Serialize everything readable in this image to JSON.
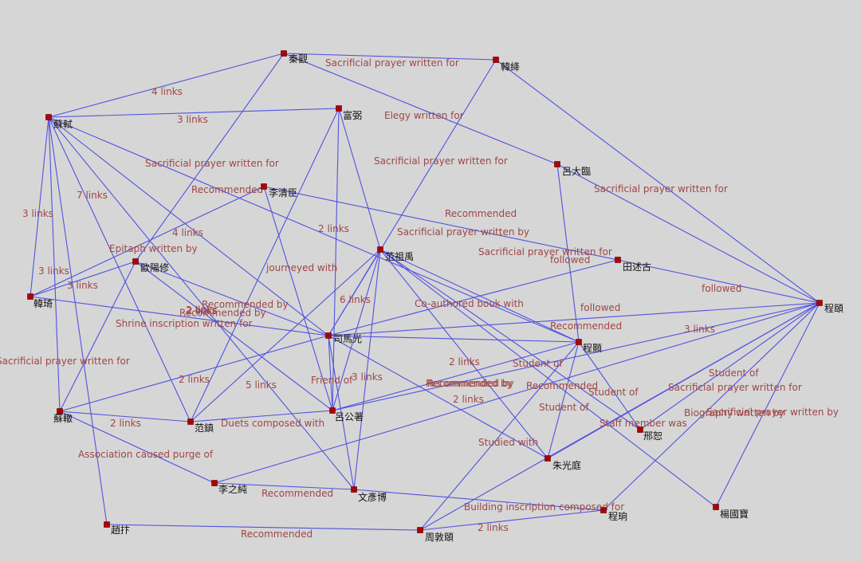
{
  "colors": {
    "background": "#d6d6d6",
    "edge": "#5252e0",
    "node": "#b00000",
    "edge_label": "#a04646",
    "node_label": "#111111"
  },
  "nodes": [
    {
      "id": "qinguan",
      "label": "秦觀"
    },
    {
      "id": "hanjiang",
      "label": "韓絳"
    },
    {
      "id": "sushi",
      "label": "蘇軾"
    },
    {
      "id": "fubi",
      "label": "富弼"
    },
    {
      "id": "lvdafang",
      "label": "呂大臨"
    },
    {
      "id": "liqingchen",
      "label": "李清臣"
    },
    {
      "id": "tianshugu",
      "label": "田述古"
    },
    {
      "id": "fanzuyu",
      "label": "范祖禹"
    },
    {
      "id": "ouyangxiu",
      "label": "歐陽修"
    },
    {
      "id": "hanqi",
      "label": "韓琦"
    },
    {
      "id": "chengyi",
      "label": "程頤"
    },
    {
      "id": "simaguang",
      "label": "司馬光"
    },
    {
      "id": "chenghao",
      "label": "程顥"
    },
    {
      "id": "suche",
      "label": "蘇轍"
    },
    {
      "id": "fanzhen",
      "label": "范鎮"
    },
    {
      "id": "lvgongzhu",
      "label": "呂公著"
    },
    {
      "id": "xingshu",
      "label": "邢恕"
    },
    {
      "id": "zhuguangting",
      "label": "朱光庭"
    },
    {
      "id": "lizhichun",
      "label": "李之純"
    },
    {
      "id": "wenyanbo",
      "label": "文彥博"
    },
    {
      "id": "chengxun",
      "label": "程珦"
    },
    {
      "id": "yangguobao",
      "label": "楊國寶"
    },
    {
      "id": "zhaopu",
      "label": "趙抃"
    },
    {
      "id": "zhoudunyi",
      "label": "周敦頤"
    }
  ],
  "edges": [
    {
      "from": "sushi",
      "to": "qinguan",
      "label": "4 links"
    },
    {
      "from": "qinguan",
      "to": "hanjiang",
      "label": "Sacrificial prayer written for"
    },
    {
      "from": "sushi",
      "to": "fubi",
      "label": "3 links"
    },
    {
      "from": "qinguan",
      "to": "lvdafang",
      "label": ""
    },
    {
      "from": "qinguan",
      "to": "ouyangxiu",
      "label": ""
    },
    {
      "from": "hanjiang",
      "to": "simaguang",
      "label": "Elegy written for"
    },
    {
      "from": "fubi",
      "to": "lvgongzhu",
      "label": ""
    },
    {
      "from": "fubi",
      "to": "fanzuyu",
      "label": "Sacrificial prayer written for"
    },
    {
      "from": "sushi",
      "to": "hanqi",
      "label": "3 links"
    },
    {
      "from": "sushi",
      "to": "suche",
      "label": "3 links"
    },
    {
      "from": "sushi",
      "to": "zhaopu",
      "label": ""
    },
    {
      "from": "sushi",
      "to": "fanzhen",
      "label": "7 links"
    },
    {
      "from": "sushi",
      "to": "simaguang",
      "label": "4 links"
    },
    {
      "from": "sushi",
      "to": "chenghao",
      "label": "Sacrificial prayer written for"
    },
    {
      "from": "sushi",
      "to": "wenyanbo",
      "label": ""
    },
    {
      "from": "hanjiang",
      "to": "chengyi",
      "label": ""
    },
    {
      "from": "lvdafang",
      "to": "chengyi",
      "label": "Sacrificial prayer written for"
    },
    {
      "from": "lvdafang",
      "to": "chenghao",
      "label": ""
    },
    {
      "from": "liqingchen",
      "to": "tianshugu",
      "label": "Recommended"
    },
    {
      "from": "liqingchen",
      "to": "hanqi",
      "label": "Recommended"
    },
    {
      "from": "liqingchen",
      "to": "lvgongzhu",
      "label": "2 links"
    },
    {
      "from": "fanzuyu",
      "to": "simaguang",
      "label": "6 links"
    },
    {
      "from": "fanzuyu",
      "to": "fanzhen",
      "label": "Recommended by"
    },
    {
      "from": "fanzuyu",
      "to": "lvgongzhu",
      "label": "Friend of"
    },
    {
      "from": "fanzuyu",
      "to": "chenghao",
      "label": "Co-authored book with"
    },
    {
      "from": "fanzuyu",
      "to": "xingshu",
      "label": ""
    },
    {
      "from": "fanzuyu",
      "to": "zhuguangting",
      "label": "Recommended by"
    },
    {
      "from": "fanzuyu",
      "to": "wenyanbo",
      "label": ""
    },
    {
      "from": "fanzuyu",
      "to": "yangguobao",
      "label": "Sacrificial prayer written by"
    },
    {
      "from": "fubi",
      "to": "fanzhen",
      "label": ""
    },
    {
      "from": "tianshugu",
      "to": "chengyi",
      "label": "followed"
    },
    {
      "from": "tianshugu",
      "to": "simaguang",
      "label": "followed"
    },
    {
      "from": "ouyangxiu",
      "to": "simaguang",
      "label": "2 links"
    },
    {
      "from": "ouyangxiu",
      "to": "suche",
      "label": "3 links"
    },
    {
      "from": "ouyangxiu",
      "to": "lvgongzhu",
      "label": "Shrine inscription written for"
    },
    {
      "from": "ouyangxiu",
      "to": "hanqi",
      "label": "Epitaph written by"
    },
    {
      "from": "hanqi",
      "to": "simaguang",
      "label": "Recommended by"
    },
    {
      "from": "suche",
      "to": "fanzhen",
      "label": "2 links"
    },
    {
      "from": "suche",
      "to": "lizhichun",
      "label": "Association caused purge of"
    },
    {
      "from": "zhaopu",
      "to": "zhoudunyi",
      "label": "Recommended"
    },
    {
      "from": "lizhichun",
      "to": "wenyanbo",
      "label": "Recommended"
    },
    {
      "from": "simaguang",
      "to": "lvgongzhu",
      "label": "3 links"
    },
    {
      "from": "simaguang",
      "to": "chengyi",
      "label": "3 links"
    },
    {
      "from": "simaguang",
      "to": "wenyanbo",
      "label": "5 links"
    },
    {
      "from": "simaguang",
      "to": "zhuguangting",
      "label": "2 links"
    },
    {
      "from": "simaguang",
      "to": "suche",
      "label": "2 links"
    },
    {
      "from": "simaguang",
      "to": "chenghao",
      "label": "Recommended"
    },
    {
      "from": "lvgongzhu",
      "to": "chenghao",
      "label": "Recommended"
    },
    {
      "from": "fanzhen",
      "to": "lvgongzhu",
      "label": "Duets composed with"
    },
    {
      "from": "chengyi",
      "to": "zhuguangting",
      "label": "Student of"
    },
    {
      "from": "chengyi",
      "to": "xingshu",
      "label": "Student of"
    },
    {
      "from": "chengyi",
      "to": "yangguobao",
      "label": "Biography written by"
    },
    {
      "from": "chengyi",
      "to": "chengxun",
      "label": "Sacrificial prayer written by"
    },
    {
      "from": "chengyi",
      "to": "zhoudunyi",
      "label": "2 links"
    },
    {
      "from": "chengyi",
      "to": "lvgongzhu",
      "label": "Sacrificial prayer written for"
    },
    {
      "from": "chenghao",
      "to": "zhoudunyi",
      "label": "Student of"
    },
    {
      "from": "chenghao",
      "to": "zhuguangting",
      "label": "Studied with"
    },
    {
      "from": "chenghao",
      "to": "xingshu",
      "label": "Student of"
    },
    {
      "from": "chengxun",
      "to": "zhoudunyi",
      "label": "Staff member was"
    },
    {
      "from": "wenyanbo",
      "to": "chengxun",
      "label": "2 links"
    },
    {
      "from": "lizhichun",
      "to": "chengyi",
      "label": "Building inscription composed for"
    }
  ],
  "extra_labels": [
    "followed",
    "Recommended by",
    "Sacrificial prayer written for",
    "Sacrificial prayer written for",
    "journeyed with",
    "2 links"
  ]
}
